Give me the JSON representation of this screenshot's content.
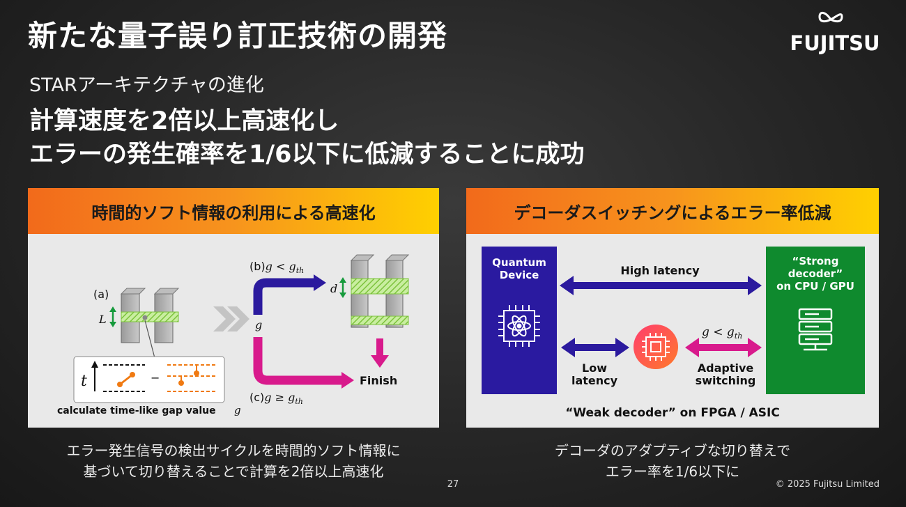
{
  "slide": {
    "title": "新たな量子誤り訂正技術の開発",
    "logo_text": "FUJITSU",
    "subtitle": "STARアーキテクチャの進化",
    "headline_line1": "計算速度を2倍以上高速化し",
    "headline_line2": "エラーの発生確率を1/6以下に低減することに成功",
    "page_number": "27",
    "copyright": "© 2025 Fujitsu Limited"
  },
  "left_panel": {
    "header": "時間的ソフト情報の利用による高速化",
    "label_a": "(a)",
    "label_L": "L",
    "label_t": "t",
    "label_minus": "−",
    "label_b_prefix": "(b)",
    "label_b_expr": "g < g",
    "label_b_sub": "th",
    "label_d": "d",
    "label_g": "g",
    "label_c_prefix": "(c)",
    "label_c_expr": "g ≥ g",
    "label_c_sub": "th",
    "finish": "Finish",
    "gap_caption": "calculate time-like gap value",
    "gap_symbol": "g",
    "caption_line1": "エラー発生信号の検出サイクルを時間的ソフト情報に",
    "caption_line2": "基づいて切り替えることで計算を2倍以上高速化"
  },
  "right_panel": {
    "header": "デコーダスイッチングによるエラー率低減",
    "quantum_line1": "Quantum",
    "quantum_line2": "Device",
    "high_latency": "High latency",
    "strong_line1": "“Strong",
    "strong_line2": "decoder”",
    "strong_line3": "on CPU / GPU",
    "threshold_expr": "g < g",
    "threshold_sub": "th",
    "low_line1": "Low",
    "low_line2": "latency",
    "adaptive_line1": "Adaptive",
    "adaptive_line2": "switching",
    "weak_decoder": "“Weak decoder” on FPGA / ASIC",
    "caption_line1": "デコーダのアダプティブな切り替えで",
    "caption_line2": "エラー率を1/6以下に"
  },
  "colors": {
    "header_gradient_start": "#f26a1b",
    "header_gradient_end": "#ffd000",
    "quantum_blue": "#2a1aa0",
    "decoder_green": "#0f8a2e",
    "arrow_navy": "#2b1a9e",
    "arrow_magenta": "#d81a8c",
    "hatch_green": "#8ed14a"
  }
}
